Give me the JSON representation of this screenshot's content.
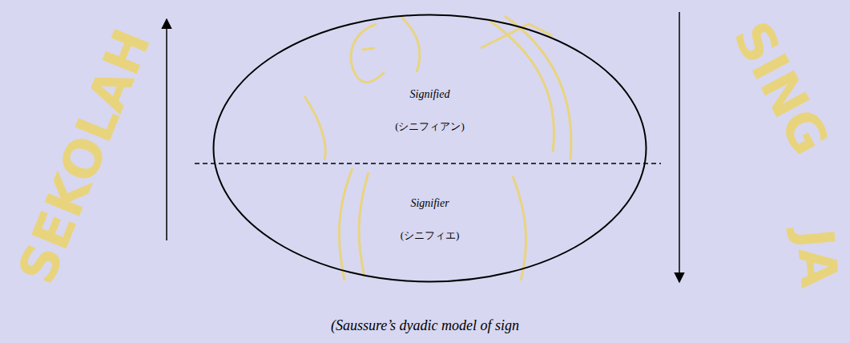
{
  "diagram": {
    "caption": "(Saussure’s dyadic model of sign",
    "nodes": [
      {
        "text": [
          "Signified",
          "(シニフィアン)",
          "Signifier",
          "(シニフィエ)"
        ]
      }
    ],
    "labels": [
      "SEKOLAH",
      "SING",
      "JA"
    ]
  }
}
